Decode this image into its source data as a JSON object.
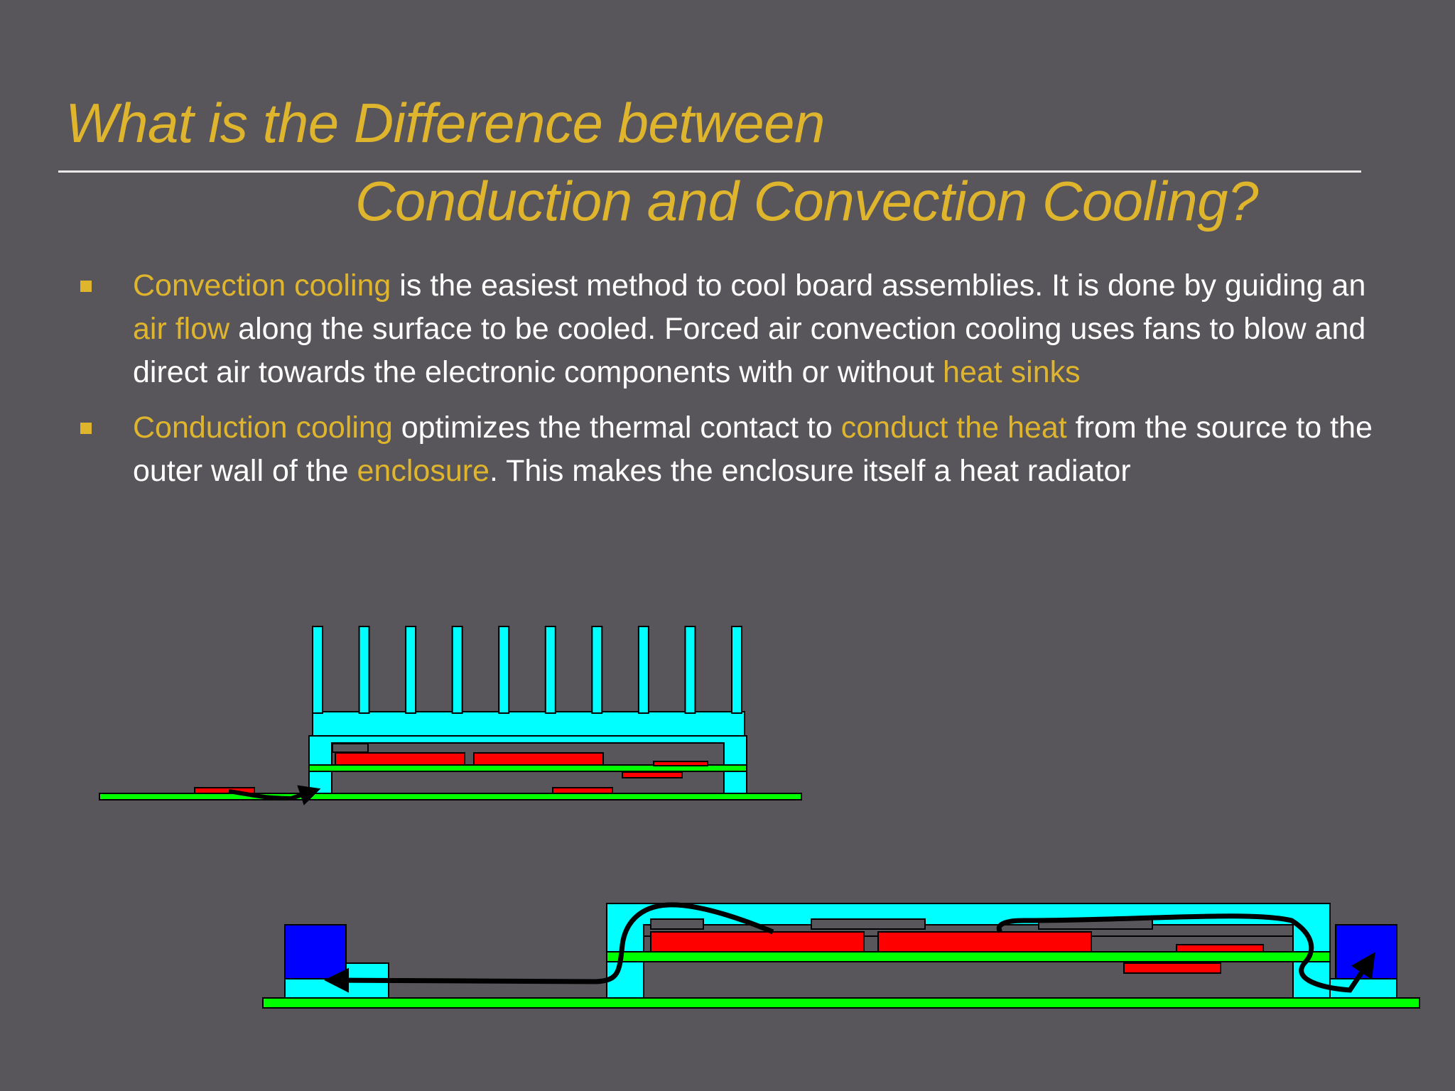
{
  "slide": {
    "title_line1": "What is the Difference between",
    "title_line2": "Conduction and Convection Cooling?",
    "bullets": [
      {
        "segments": [
          {
            "text": "Convection cooling",
            "highlight": true
          },
          {
            "text": " is the easiest method to cool board assemblies. It is done by guiding an ",
            "highlight": false
          },
          {
            "text": "air flow",
            "highlight": true
          },
          {
            "text": " along the surface to be cooled. Forced air convection cooling uses fans to blow and direct air towards the electronic components with or without ",
            "highlight": false
          },
          {
            "text": "heat sinks",
            "highlight": true
          }
        ]
      },
      {
        "segments": [
          {
            "text": "Conduction cooling",
            "highlight": true
          },
          {
            "text": " optimizes the thermal contact to ",
            "highlight": false
          },
          {
            "text": "conduct the heat",
            "highlight": true
          },
          {
            "text": " from the source to the outer wall of the ",
            "highlight": false
          },
          {
            "text": "enclosure",
            "highlight": true
          },
          {
            "text": ". This makes the enclosure itself a heat radiator",
            "highlight": false
          }
        ]
      }
    ]
  },
  "colors": {
    "background": "#58565a",
    "accent": "#e0b52e",
    "text": "#ffffff",
    "heatsink": "#00ffff",
    "pcb": "#00ff00",
    "component": "#ff0000",
    "wedge_lock": "#0000ff",
    "heat_path": "#000000"
  },
  "diagrams": {
    "top": {
      "name": "convection-cooling-diagram",
      "heatsink_fins": 10
    },
    "bottom": {
      "name": "conduction-cooling-diagram"
    }
  }
}
